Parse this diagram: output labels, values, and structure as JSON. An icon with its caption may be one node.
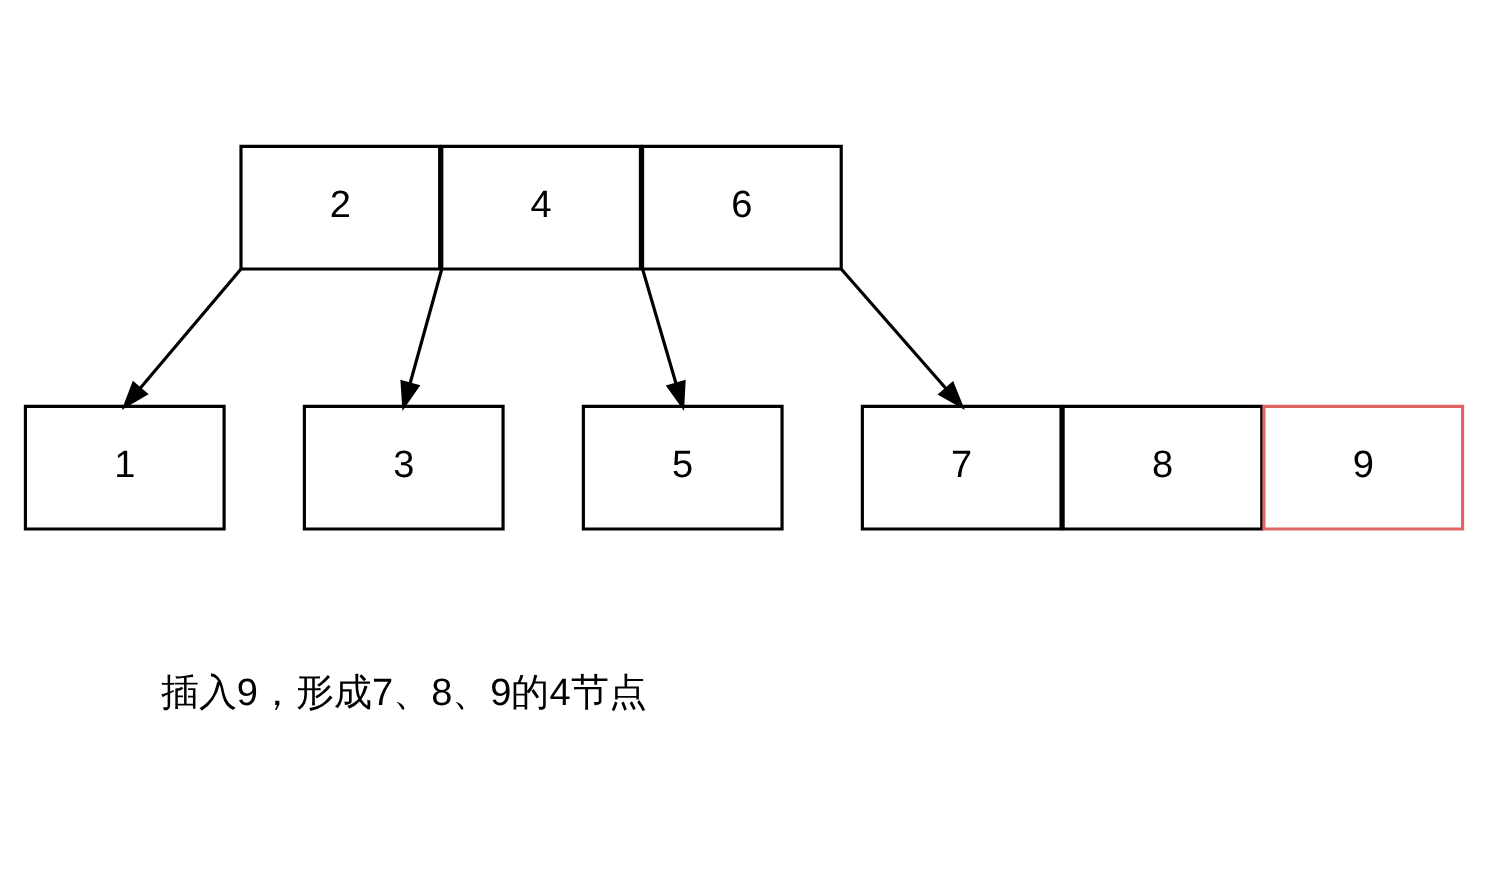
{
  "diagram": {
    "nodes": [
      {
        "text": [
          "2"
        ]
      },
      {
        "text": [
          "4"
        ]
      },
      {
        "text": [
          "6"
        ]
      },
      {
        "text": [
          "1"
        ]
      },
      {
        "text": [
          "3"
        ]
      },
      {
        "text": [
          "5"
        ]
      },
      {
        "text": [
          "7"
        ]
      },
      {
        "text": [
          "8"
        ]
      },
      {
        "text": [
          "9"
        ]
      }
    ],
    "edges": [
      {
        "from": 0,
        "to": 3,
        "arrow": "to"
      },
      {
        "from": 1,
        "to": 4,
        "arrow": "to"
      },
      {
        "from": 2,
        "to": 5,
        "arrow": "to"
      },
      {
        "from": 2,
        "to": 6,
        "arrow": "to"
      }
    ],
    "labels": [
      "插入9，形成7、8、9的4节点"
    ]
  }
}
